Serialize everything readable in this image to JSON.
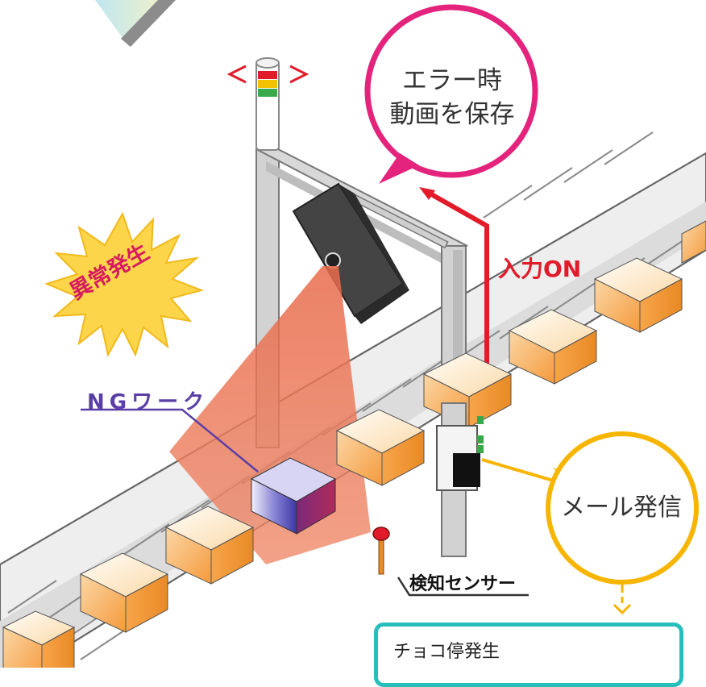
{
  "callouts": {
    "save_video_line1": "エラー時",
    "save_video_line2": "動画を保存",
    "mail_send": "メール発信",
    "input_on": "入力ON",
    "ng_work": "NGワーク",
    "anomaly": "異常発生",
    "sensor": "検知センサー",
    "notice": "チョコ停発生"
  },
  "colors": {
    "magenta_bubble": "#e4237d",
    "yellow_bubble": "#f7b500",
    "alarm_red": "#e21b2b",
    "teal_box": "#27bfbc",
    "ng_purple": "#5a3fa6",
    "box_orange": "#f7a54a",
    "frame_gray": "#c8c8c8"
  }
}
